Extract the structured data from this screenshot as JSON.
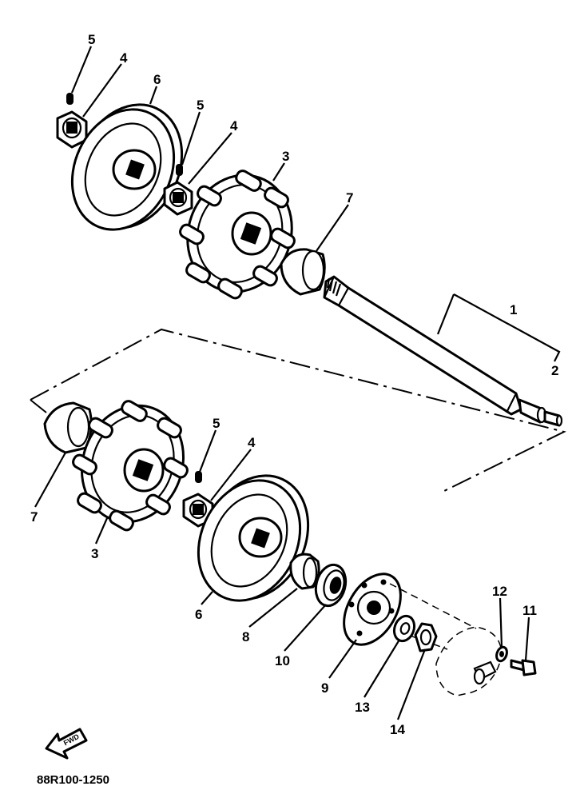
{
  "diagram": {
    "labels": [
      {
        "id": "label-5-a",
        "text": "5"
      },
      {
        "id": "label-4-a",
        "text": "4"
      },
      {
        "id": "label-6-a",
        "text": "6"
      },
      {
        "id": "label-5-b",
        "text": "5"
      },
      {
        "id": "label-4-b",
        "text": "4"
      },
      {
        "id": "label-3-a",
        "text": "3"
      },
      {
        "id": "label-7-a",
        "text": "7"
      },
      {
        "id": "label-1",
        "text": "1"
      },
      {
        "id": "label-2",
        "text": "2"
      },
      {
        "id": "label-5-c",
        "text": "5"
      },
      {
        "id": "label-4-c",
        "text": "4"
      },
      {
        "id": "label-7-b",
        "text": "7"
      },
      {
        "id": "label-3-b",
        "text": "3"
      },
      {
        "id": "label-6-b",
        "text": "6"
      },
      {
        "id": "label-8",
        "text": "8"
      },
      {
        "id": "label-10",
        "text": "10"
      },
      {
        "id": "label-9",
        "text": "9"
      },
      {
        "id": "label-12",
        "text": "12"
      },
      {
        "id": "label-11",
        "text": "11"
      },
      {
        "id": "label-13",
        "text": "13"
      },
      {
        "id": "label-14",
        "text": "14"
      }
    ],
    "fwd_arrow_text": "FWD",
    "figure_code": "88R100-1250"
  }
}
